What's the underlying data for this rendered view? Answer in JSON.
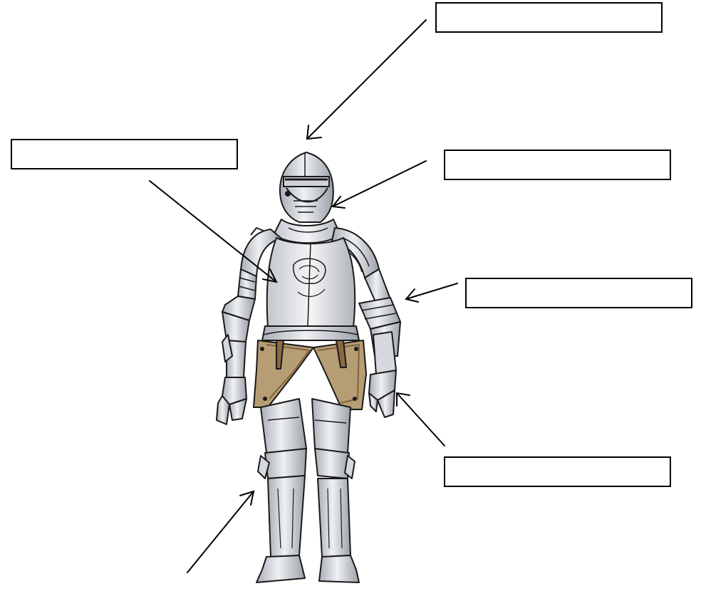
{
  "diagram": {
    "labels": [
      {
        "id": "helmet",
        "text": ""
      },
      {
        "id": "breastplate",
        "text": ""
      },
      {
        "id": "gorget",
        "text": ""
      },
      {
        "id": "arm-guard",
        "text": ""
      },
      {
        "id": "gauntlet",
        "text": ""
      },
      {
        "id": "leg-guard",
        "text": ""
      }
    ]
  },
  "colors": {
    "armor_light": "#e6e8ec",
    "armor_mid": "#bfc3ca",
    "armor_dark": "#8a8f98",
    "outline": "#1a1a1a",
    "belt": "#b79d73",
    "belt_dark": "#7d6440"
  }
}
